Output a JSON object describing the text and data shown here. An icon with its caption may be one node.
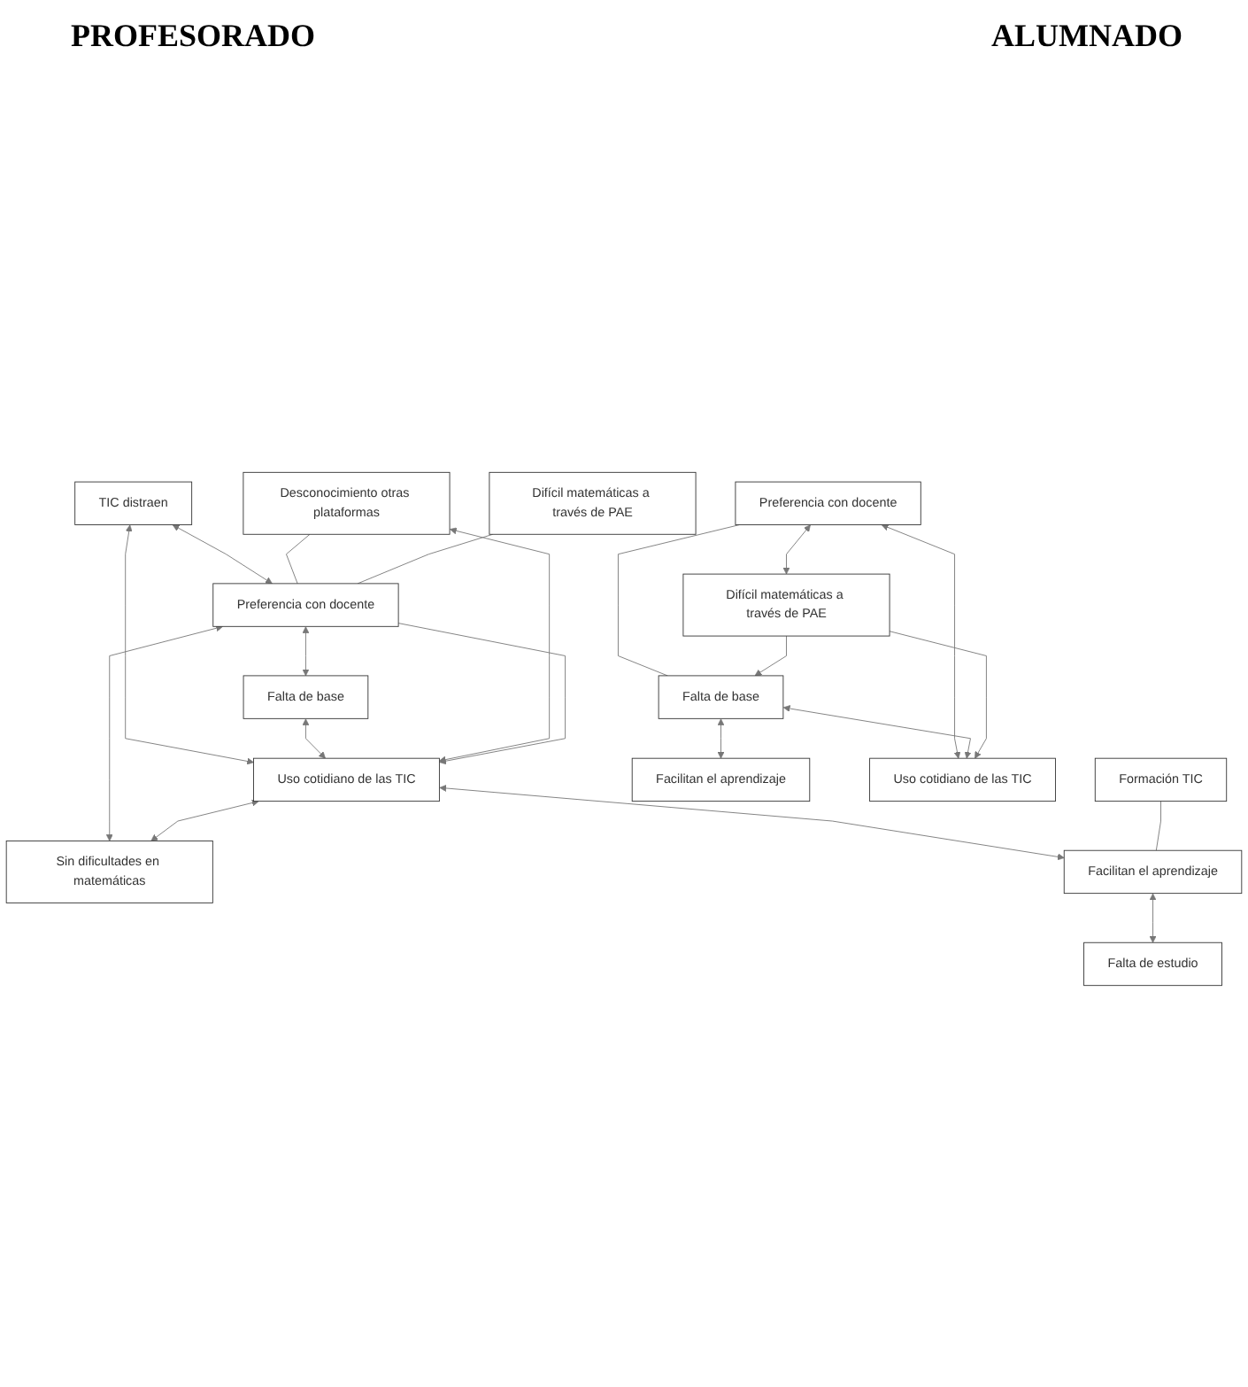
{
  "diagram": {
    "nodes": [
      {
        "text": [
          "TIC distraen"
        ]
      },
      {
        "text": [
          "Falta de base"
        ]
      },
      {
        "text": [
          "Desconocimiento otras plataformas"
        ]
      },
      {
        "text": [
          "Difícil matemáticas a través de PAE"
        ]
      },
      {
        "text": [
          "Preferencia con docente"
        ]
      },
      {
        "text": [
          "Uso cotidiano de las TIC"
        ]
      },
      {
        "text": [
          "Sin dificultades en matemáticas"
        ]
      },
      {
        "text": [
          "Facilitan el aprendizaje"
        ]
      },
      {
        "text": [
          "Formación TIC"
        ]
      },
      {
        "text": [
          "Falta de estudio"
        ]
      },
      {
        "text": [
          "Preferencia con docente"
        ]
      },
      {
        "text": [
          "Falta de base"
        ]
      },
      {
        "text": [
          "Difícil matemáticas a través de PAE"
        ]
      },
      {
        "text": [
          "Facilitan el aprendizaje"
        ]
      },
      {
        "text": [
          "Uso cotidiano de las TIC"
        ]
      }
    ],
    "edges": [
      {
        "from": 0,
        "to": 4,
        "arrow": "both"
      },
      {
        "from": 0,
        "to": 5,
        "arrow": "both"
      },
      {
        "from": 4,
        "to": 1,
        "arrow": "both"
      },
      {
        "from": 1,
        "to": 5,
        "arrow": "both"
      },
      {
        "from": 2,
        "to": 4,
        "arrow": "none"
      },
      {
        "from": 2,
        "to": 5,
        "arrow": "both"
      },
      {
        "from": 3,
        "to": 4,
        "arrow": "none"
      },
      {
        "from": 4,
        "to": 5,
        "arrow": "to"
      },
      {
        "from": 4,
        "to": 6,
        "arrow": "both"
      },
      {
        "from": 5,
        "to": 6,
        "arrow": "both"
      },
      {
        "from": 5,
        "to": 7,
        "arrow": "both"
      },
      {
        "from": 8,
        "to": 7,
        "arrow": "none"
      },
      {
        "from": 7,
        "to": 9,
        "arrow": "both"
      },
      {
        "from": 10,
        "to": 11,
        "arrow": "none"
      },
      {
        "from": 10,
        "to": 12,
        "arrow": "both"
      },
      {
        "from": 12,
        "to": 11,
        "arrow": "to"
      },
      {
        "from": 11,
        "to": 13,
        "arrow": "both"
      },
      {
        "from": 10,
        "to": 14,
        "arrow": "both"
      },
      {
        "from": 11,
        "to": 14,
        "arrow": "both"
      },
      {
        "from": 12,
        "to": 14,
        "arrow": "to"
      }
    ],
    "labels": [
      "ALUMNADO",
      "PROFESORADO"
    ]
  }
}
